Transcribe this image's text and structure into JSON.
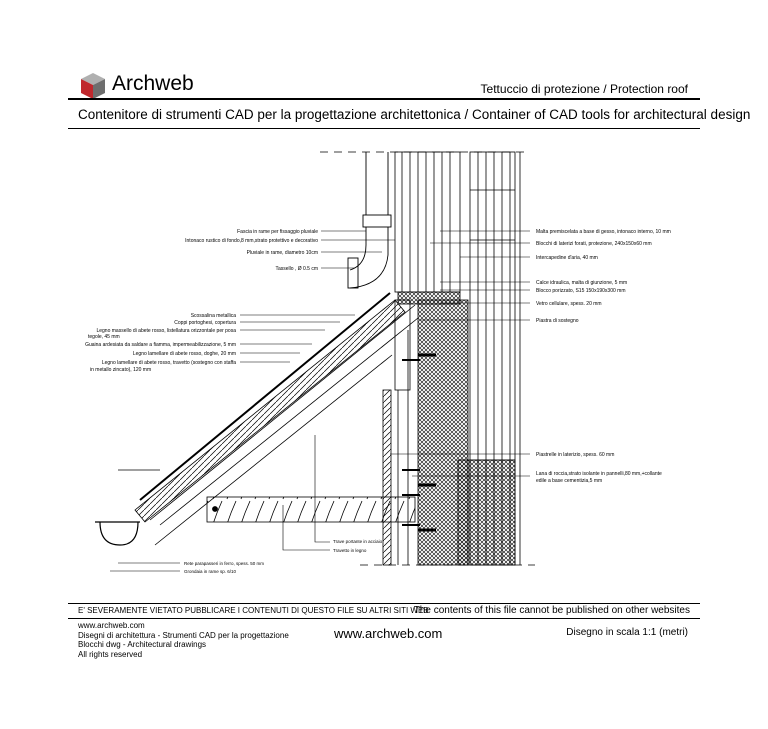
{
  "header": {
    "brand": "Archweb",
    "drawing_title": "Tettuccio di protezione  /  Protection roof",
    "subtitle": "Contenitore di strumenti CAD per la progettazione architettonica  /  Container of CAD tools for architectural design"
  },
  "labels_left": [
    "Fascia in rame per fissaggio pluviale",
    "Intonaco rustico di fondo,8 mm,strato protettivo e decorativo",
    "Pluviale in rame, diametro 10cm",
    "Tassello , Ø 0.5 cm",
    "Scossalina metallica",
    "Coppi portoghesi, copertura",
    "Legno massello di abete rosso, listellatura orizzontale per posa",
    "tegole, 45 mm",
    "Guaina ardesiata da saldare a fiamma, impermeabilizzazione, 5 mm",
    "Legno lamellare di abete rosso, doghe, 20 mm",
    "Legno lamellare di abete rosso, travetto (sostegno con staffa",
    "in metallo zincato), 120 mm"
  ],
  "labels_right": [
    "Malta premiscelata a base di gesso, intonaco interno, 10 mm",
    "Blocchi di laterizi forati, protezione, 240x150x60 mm",
    "Intercapedine d'aria, 40 mm",
    "Calce idraulica, malta di giunzione, 5 mm",
    "Blocco porizzato, S15 150x190x300 mm",
    "Vetro cellulare, spess. 20 mm",
    "Piastra di sostegno",
    "Piastrelle in laterizio, spess. 60 mm",
    "Lana di roccia,strato isolante in pannelli,80 mm,+collante",
    "edile a base cementizia,5 mm"
  ],
  "labels_bottom": [
    "Trave portante in acciaio",
    "Travetto in legno",
    "Rete parapasseri in ferro, spess. 50 mm",
    "Grondaia in rame sp. 6/10"
  ],
  "footer": {
    "warning_it": "E' SEVERAMENTE VIETATO PUBBLICARE I CONTENUTI DI QUESTO FILE SU ALTRI SITI WEB",
    "warning_en": "The contents of this file cannot be published on other websites",
    "left_lines": [
      "www.archweb.com",
      "Disegni di architettura - Strumenti CAD  per la progettazione",
      "Blocchi dwg - Architectural drawings",
      "All rights reserved"
    ],
    "center_url": "www.archweb.com",
    "scale": "Disegno in scala 1:1 (metri)"
  },
  "colors": {
    "logo_red": "#c0282d",
    "logo_grey": "#8a8a8a",
    "ink": "#000000"
  }
}
